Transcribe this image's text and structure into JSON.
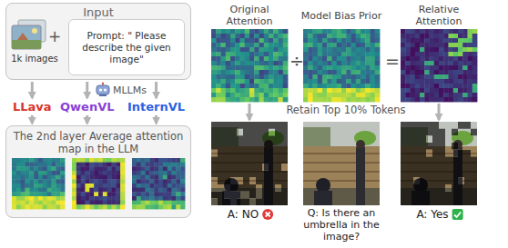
{
  "diagram": {
    "nodes": [
      {
        "text": [
          "Input"
        ]
      },
      {
        "text": [
          "1k images"
        ],
        "in": 0
      },
      {
        "text": [
          "Prompt: \" Please describe the given image\""
        ],
        "in": 0
      },
      {
        "text": [
          "MLLMs"
        ]
      },
      {
        "text": [
          "LLava"
        ]
      },
      {
        "text": [
          "QwenVL"
        ]
      },
      {
        "text": [
          "InternVL"
        ]
      },
      {
        "text": [
          "The 2nd layer Average attention map in the LLM"
        ]
      },
      {
        "text": [
          "Original Attention"
        ]
      },
      {
        "text": [
          "Model Bias Prior"
        ]
      },
      {
        "text": [
          "Relative Attention"
        ]
      },
      {
        "text": [
          "A: NO"
        ]
      },
      {
        "text": [
          "Q: Is there an umbrella in the image?"
        ]
      },
      {
        "text": [
          "A: Yes"
        ]
      }
    ],
    "edges": [
      {
        "from": 0,
        "to": 4,
        "arrow": "to"
      },
      {
        "from": 0,
        "to": 5,
        "arrow": "to"
      },
      {
        "from": 0,
        "to": 6,
        "arrow": "to"
      },
      {
        "from": 4,
        "to": 7,
        "arrow": "to"
      },
      {
        "from": 5,
        "to": 7,
        "arrow": "to"
      },
      {
        "from": 6,
        "to": 7,
        "arrow": "to"
      },
      {
        "from": 8,
        "to": 11,
        "arrow": "to"
      },
      {
        "from": 10,
        "to": 13,
        "arrow": "to"
      }
    ],
    "labels": [
      "+",
      "÷",
      "=",
      "Retain Top 10% Tokens"
    ]
  }
}
